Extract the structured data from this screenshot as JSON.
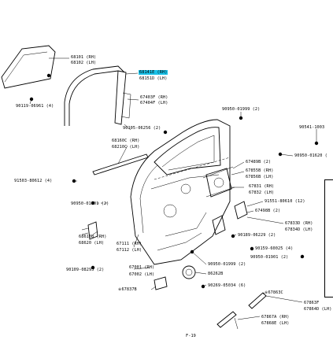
{
  "labels": [
    {
      "id": "l1",
      "text": "68101 (RH)",
      "hl": false
    },
    {
      "id": "l2",
      "text": "68102 (LH)",
      "hl": false
    },
    {
      "id": "l3",
      "text": "68141E (RH)",
      "hl": true
    },
    {
      "id": "l4",
      "text": "68151D (LH)",
      "hl": false
    },
    {
      "id": "l5",
      "text": "67403F (RH)",
      "hl": false
    },
    {
      "id": "l6",
      "text": "67404F (LH)",
      "hl": false
    },
    {
      "id": "l7",
      "text": "90119-06961 (4)",
      "hl": false
    },
    {
      "id": "l8",
      "text": "90950-01999 (2)",
      "hl": false
    },
    {
      "id": "l9",
      "text": "90105-06256 (2)",
      "hl": false
    },
    {
      "id": "l10",
      "text": "90541-1003",
      "hl": false
    },
    {
      "id": "l11",
      "text": "68160C (RH)",
      "hl": false
    },
    {
      "id": "l12",
      "text": "68210C (LH)",
      "hl": false
    },
    {
      "id": "l13",
      "text": "90950-01620 (",
      "hl": false
    },
    {
      "id": "l14",
      "text": "67489B (2)",
      "hl": false
    },
    {
      "id": "l15",
      "text": "91503-80612 (4)",
      "hl": false
    },
    {
      "id": "l16",
      "text": "67855B (RH)",
      "hl": false
    },
    {
      "id": "l17",
      "text": "67856B (LH)",
      "hl": false
    },
    {
      "id": "l18",
      "text": "67831 (RH)",
      "hl": false
    },
    {
      "id": "l19",
      "text": "67832 (LH)",
      "hl": false
    },
    {
      "id": "l20",
      "text": "90950-01901 (2)",
      "hl": false
    },
    {
      "id": "l21",
      "text": "91551-80610 (12)",
      "hl": false
    },
    {
      "id": "l22",
      "text": "67498B (2)",
      "hl": false
    },
    {
      "id": "l23",
      "text": "67833D (RH)",
      "hl": false
    },
    {
      "id": "l24",
      "text": "67834D (LH)",
      "hl": false
    },
    {
      "id": "l25",
      "text": "68610B (RH)",
      "hl": false
    },
    {
      "id": "l26",
      "text": "68620 (LH)",
      "hl": false
    },
    {
      "id": "l27",
      "text": "90189-06229 (2)",
      "hl": false
    },
    {
      "id": "l28",
      "text": "67111 (RH)",
      "hl": false
    },
    {
      "id": "l29",
      "text": "67112 (LH)",
      "hl": false
    },
    {
      "id": "l30",
      "text": "90159-60025 (4)",
      "hl": false
    },
    {
      "id": "l31",
      "text": "90950-01901 (2)",
      "hl": false
    },
    {
      "id": "l32",
      "text": "90950-01999 (2)",
      "hl": false
    },
    {
      "id": "l33",
      "text": "67001 (RH)",
      "hl": false
    },
    {
      "id": "l34",
      "text": "67002 (LH)",
      "hl": false
    },
    {
      "id": "l35",
      "text": "90109-08295 (2)",
      "hl": false
    },
    {
      "id": "l36",
      "text": "86262B",
      "hl": false
    },
    {
      "id": "l37",
      "text": "90269-05034 (6)",
      "hl": false
    },
    {
      "id": "l38",
      "text": "※67863C",
      "hl": false
    },
    {
      "id": "l39",
      "text": "※67837B",
      "hl": false
    },
    {
      "id": "l40",
      "text": "67863F",
      "hl": false
    },
    {
      "id": "l41",
      "text": "67864D (LH)",
      "hl": false
    },
    {
      "id": "l42",
      "text": "67867A (RH)",
      "hl": false
    },
    {
      "id": "l43",
      "text": "67868E (LH)",
      "hl": false
    },
    {
      "id": "l44",
      "text": "F-19",
      "hl": false
    }
  ]
}
